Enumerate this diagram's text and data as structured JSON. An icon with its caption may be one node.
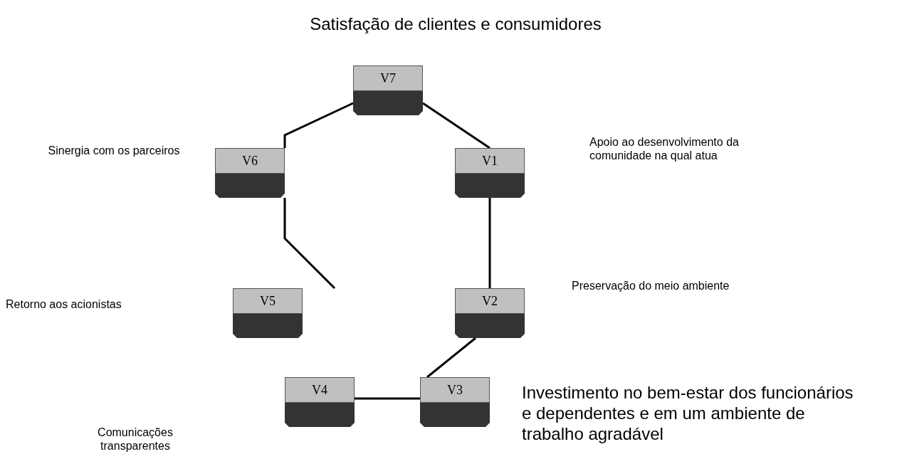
{
  "diagram": {
    "nodes": [
      {
        "text": [
          "V7"
        ],
        "beside": [
          "Satisfação de clientes e consumidores"
        ]
      },
      {
        "text": [
          "V6"
        ],
        "beside": [
          "Sinergia com os parceiros"
        ]
      },
      {
        "text": [
          "V1"
        ]
      },
      {
        "text": [
          "V5"
        ]
      },
      {
        "text": [
          "V2"
        ]
      },
      {
        "text": [
          "V4"
        ]
      },
      {
        "text": [
          "V3"
        ],
        "beside": [
          "Investimento no bem-estar dos funcionários e dependentes e em um ambiente de trabalho agradável"
        ]
      }
    ],
    "edges": [
      {
        "from": 0,
        "to": 2,
        "arrow": "none"
      },
      {
        "from": 0,
        "to": 1,
        "arrow": "none"
      },
      {
        "from": 2,
        "to": 4,
        "arrow": "none"
      },
      {
        "from": 1,
        "to": null,
        "arrow": "none"
      },
      {
        "from": 4,
        "to": 6,
        "arrow": "none"
      },
      {
        "from": 5,
        "to": 6,
        "arrow": "none"
      }
    ],
    "labels": [
      "Apoio ao desenvolvimento da comunidade na qual atua",
      "Retorno aos acionistas",
      "Preservação do meio ambiente",
      "Comunicações transparentes"
    ]
  }
}
